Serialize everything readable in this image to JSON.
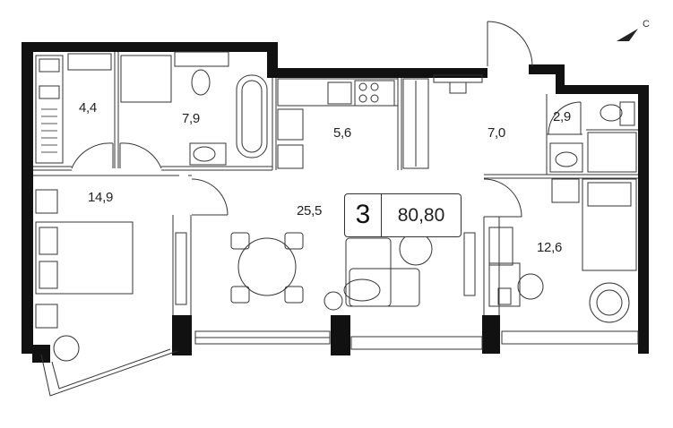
{
  "compass": {
    "label": "C",
    "icon": "north-arrow-icon"
  },
  "apartment": {
    "rooms": "3",
    "total_area": "80,80"
  },
  "rooms": [
    {
      "id": "wc-small",
      "area": "4,4"
    },
    {
      "id": "bathroom",
      "area": "7,9"
    },
    {
      "id": "kitchen-corridor",
      "area": "5,6"
    },
    {
      "id": "hall",
      "area": "7,0"
    },
    {
      "id": "wc",
      "area": "2,9"
    },
    {
      "id": "bedroom-left",
      "area": "14,9"
    },
    {
      "id": "living",
      "area": "25,5"
    },
    {
      "id": "bedroom-right",
      "area": "12,6"
    }
  ],
  "colors": {
    "wall": "#111111",
    "line": "#333333",
    "fixture": "#555555"
  }
}
